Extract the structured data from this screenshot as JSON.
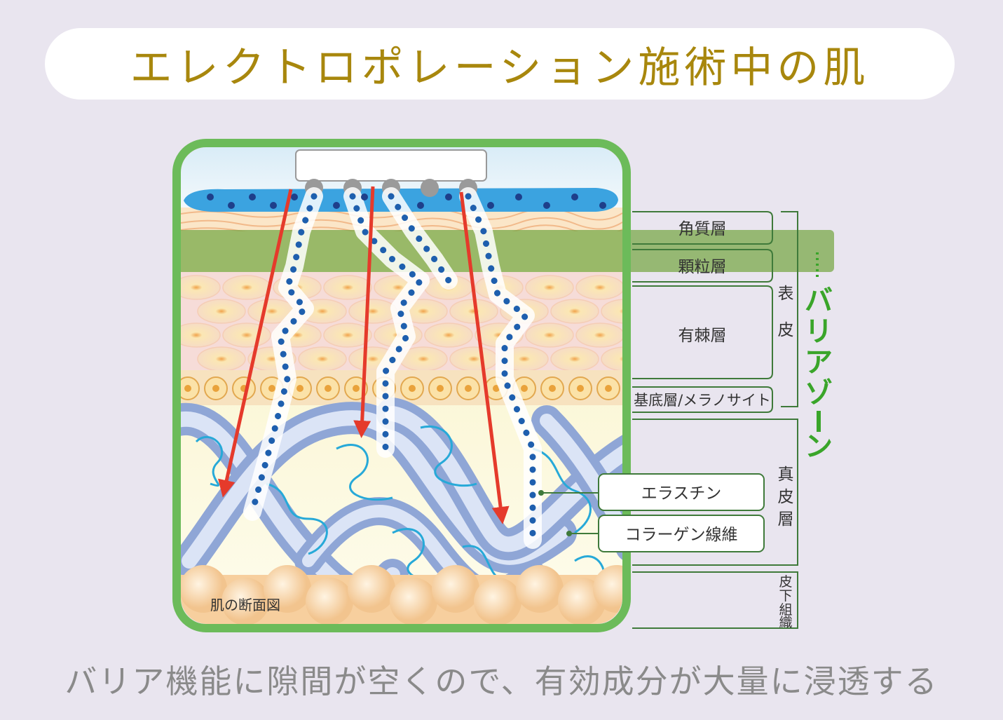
{
  "title": "エレクトロポレーション施術中の肌",
  "caption": "バリア機能に隙間が空くので、有効成分が大量に浸透する",
  "diagram": {
    "section_label": "肌の断面図",
    "layers": {
      "stratum_corneum": "角質層",
      "granular": "顆粒層",
      "spinous": "有棘層",
      "basal": "基底層/メラノサイト"
    },
    "groups": {
      "epidermis": [
        "表",
        "皮"
      ],
      "dermis": [
        "真",
        "皮",
        "層"
      ],
      "subcutis": [
        "皮",
        "下",
        "組",
        "織"
      ]
    },
    "fibers": {
      "elastin": "エラスチン",
      "collagen": "コラーゲン線維"
    },
    "barrier_zone": [
      "バ",
      "リ",
      "ア",
      "ゾ",
      "ー",
      "ン"
    ],
    "colors": {
      "frame": "#6cbb5a",
      "arrow": "#e53a2b",
      "dots": "#1e5fae",
      "barrier_text": "#3aa52a",
      "title": "#a8870d"
    }
  }
}
